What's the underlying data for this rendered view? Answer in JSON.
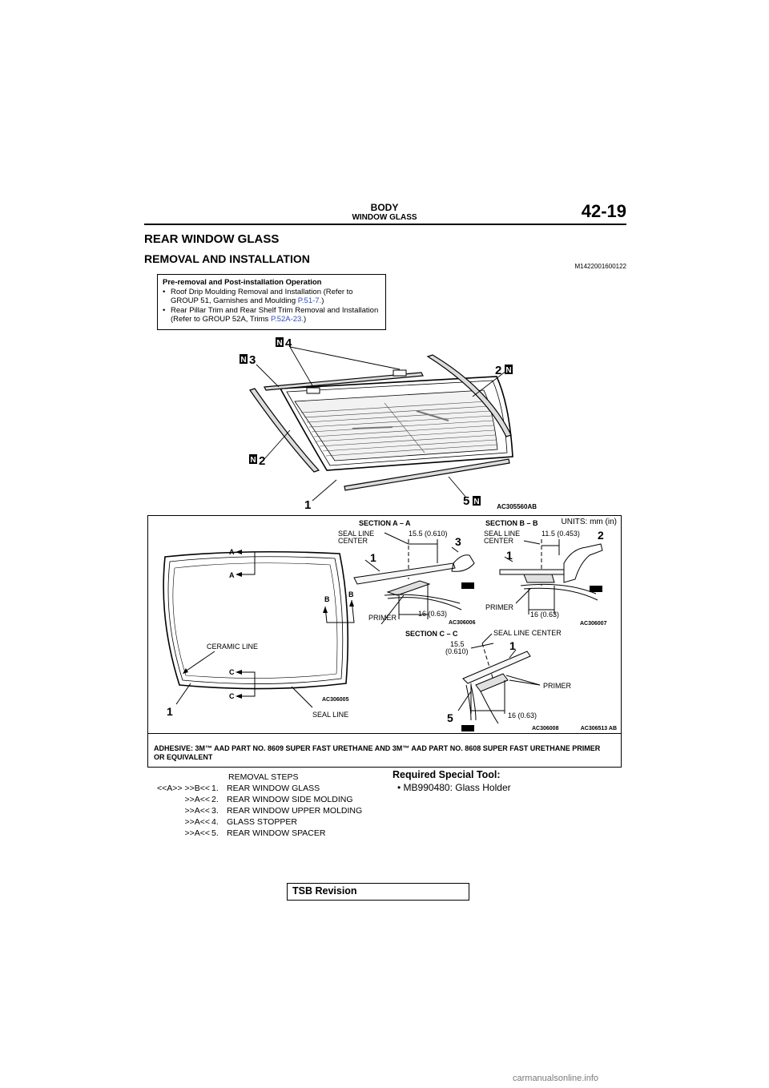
{
  "header": {
    "section": "BODY",
    "subsection": "WINDOW GLASS",
    "page": "42-19"
  },
  "title": "REAR WINDOW GLASS",
  "subtitle": "REMOVAL AND INSTALLATION",
  "doc_id": "M1422001600122",
  "pre_op": {
    "title": "Pre-removal and Post-installation Operation",
    "items": [
      {
        "text": "Roof Drip Moulding Removal and Installation (Refer to GROUP 51, Garnishes and Moulding ",
        "link": "P.51-7.",
        "tail": ")"
      },
      {
        "text": "Rear Pillar Trim and Rear Shelf Trim Removal and Installation (Refer to GROUP 52A, Trims ",
        "link": "P.52A-23.",
        "tail": ")"
      }
    ]
  },
  "figure1": {
    "code": "AC305560AB",
    "callouts": {
      "c1": "1",
      "c2a": "2",
      "c2b": "2",
      "c3": "3",
      "c4": "4",
      "c5": "5",
      "n": "N"
    }
  },
  "figure2": {
    "code": "AC306513 AB",
    "units": "UNITS: mm (in)",
    "glass": {
      "code": "AC306005",
      "ceramic_line": "CERAMIC LINE",
      "seal_line": "SEAL LINE",
      "a": "A",
      "b": "B",
      "c": "C",
      "part": "1"
    },
    "section_aa": {
      "title": "SECTION A – A",
      "seal": "SEAL LINE",
      "center": "CENTER",
      "dim1": "15.5 (0.610)",
      "dim2": "16 (0.63)",
      "primer": "PRIMER",
      "code": "AC306006",
      "p1": "1",
      "p3": "3"
    },
    "section_bb": {
      "title": "SECTION B – B",
      "seal": "SEAL LINE",
      "center": "CENTER",
      "dim1": "11.5 (0.453)",
      "dim2": "16 (0.63)",
      "primer": "PRIMER",
      "code": "AC306007",
      "p1": "1",
      "p2": "2"
    },
    "section_cc": {
      "title": "SECTION C – C",
      "seal_center": "SEAL LINE CENTER",
      "dim1a": "15.5",
      "dim1b": "(0.610)",
      "dim2": "16 (0.63)",
      "primer": "PRIMER",
      "code": "AC306008",
      "p1": "1",
      "p5": "5"
    },
    "adhesive": "ADHESIVE: 3M™ AAD PART NO. 8609 SUPER FAST URETHANE AND 3M™ AAD PART NO. 8608 SUPER FAST URETHANE PRIMER OR EQUIVALENT"
  },
  "removal_steps": {
    "heading": "REMOVAL STEPS",
    "steps": [
      {
        "pre": "<<A>> >>B<<",
        "num": "1.",
        "label": "REAR WINDOW GLASS"
      },
      {
        "pre": ">>A<<",
        "num": "2.",
        "label": "REAR WINDOW SIDE MOLDING"
      },
      {
        "pre": ">>A<<",
        "num": "3.",
        "label": "REAR WINDOW UPPER MOLDING"
      },
      {
        "pre": ">>A<<",
        "num": "4.",
        "label": "GLASS STOPPER"
      },
      {
        "pre": ">>A<<",
        "num": "5.",
        "label": "REAR WINDOW SPACER"
      }
    ]
  },
  "special_tool": {
    "heading": "Required Special Tool:",
    "item": "MB990480: Glass Holder"
  },
  "footer": {
    "tsb": "TSB Revision"
  },
  "watermark": "carmanualsonline.info"
}
